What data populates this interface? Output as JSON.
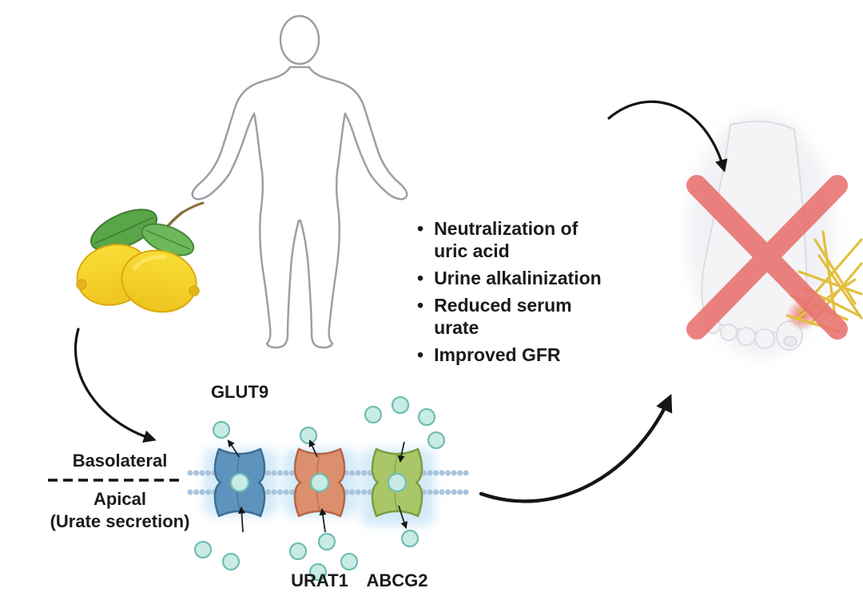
{
  "diagram": {
    "effects_list": {
      "items": [
        "Neutralization of uric acid",
        "Urine alkalinization",
        "Reduced serum urate",
        "Improved GFR"
      ],
      "bullet_char": "•"
    },
    "membrane": {
      "basolateral_label": "Basolateral",
      "apical_label": "Apical",
      "apical_sublabel": "(Urate secretion)",
      "transporters": [
        {
          "name": "GLUT9",
          "fill": "#5E93BE",
          "stroke": "#3E6E92"
        },
        {
          "name": "URAT1",
          "fill": "#DC8F6D",
          "stroke": "#B3664A"
        },
        {
          "name": "ABCG2",
          "fill": "#A9C768",
          "stroke": "#7C9C42"
        }
      ]
    },
    "icons": {
      "human_silhouette": "human-body-outline-icon",
      "lemons": "lemons-with-leaves-icon",
      "foot": "gout-foot-icon",
      "red_x": "red-cross-mark-icon",
      "crystals": "urate-crystal-needles-icon",
      "urate_molecule": "teal-circle-icon",
      "arrow": "curved-arrow-icon"
    },
    "colors": {
      "urate_fill": "#C9EBE5",
      "urate_stroke": "#6FBDB2",
      "red_x": "#E8716E",
      "lemon": "#F6D327",
      "leaf": "#5FA84E",
      "membrane_dots": "#A9C4DC",
      "membrane_glow": "#CFE8F8",
      "arrow": "#151515",
      "text": "#1B1B1B"
    }
  }
}
